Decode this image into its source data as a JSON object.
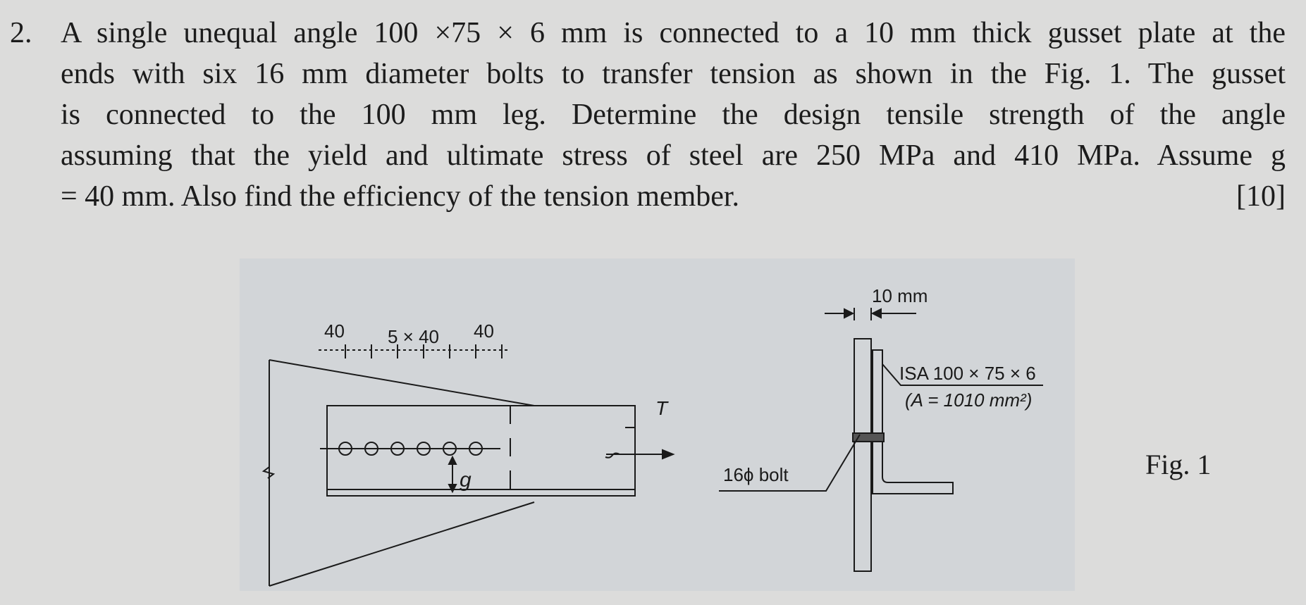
{
  "question": {
    "number": "2.",
    "lines": [
      "A single unequal angle 100 ×75 × 6 mm is connected to a 10 mm thick gusset plate at the",
      "ends with six 16 mm diameter bolts to transfer tension as shown in the Fig. 1. The gusset",
      "is connected to the 100 mm leg. Determine the design tensile strength of the angle",
      "assuming that the yield and ultimate stress of steel are 250 MPa and 410 MPa. Assume g",
      "= 40 mm. Also find the efficiency of the tension member."
    ],
    "marks": "[10]"
  },
  "figure": {
    "caption": "Fig. 1",
    "left_view": {
      "dim_end_left": "40",
      "dim_pitch": "5 × 40",
      "dim_end_right": "40",
      "load_label": "T",
      "gauge_label": "g",
      "bolt_count": 6
    },
    "right_view": {
      "plate_thickness": "10 mm",
      "section_label": "ISA 100 × 75 × 6",
      "area_label": "(A = 1010 mm²)",
      "bolt_label": "16ϕ bolt"
    }
  }
}
